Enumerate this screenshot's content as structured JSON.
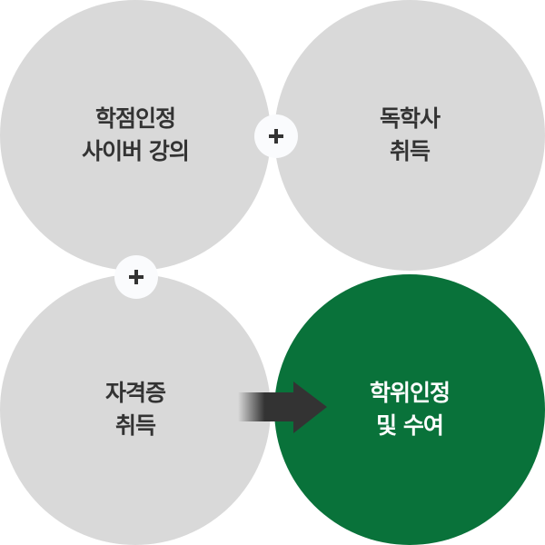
{
  "colors": {
    "gray": "#d9d9d9",
    "green": "#09723a",
    "text": "#333333",
    "arrow": "#333333"
  },
  "steps": [
    {
      "line1": "학점인정",
      "line2": "사이버 강의"
    },
    {
      "line1": "독학사",
      "line2": "취득"
    },
    {
      "line1": "자격증",
      "line2": "취득"
    },
    {
      "line1": "학위인정",
      "line2": "및 수여"
    }
  ],
  "icons": {
    "plus": "plus-icon",
    "arrow": "arrow-right-icon"
  }
}
